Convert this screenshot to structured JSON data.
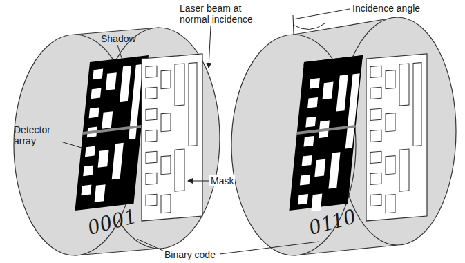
{
  "diagram": {
    "labels": [
      "Shadow",
      "Laser beam at normal incidence",
      "Detector array",
      "Mask",
      "Binary code",
      "0001",
      "0110",
      "Incidence angle"
    ]
  }
}
